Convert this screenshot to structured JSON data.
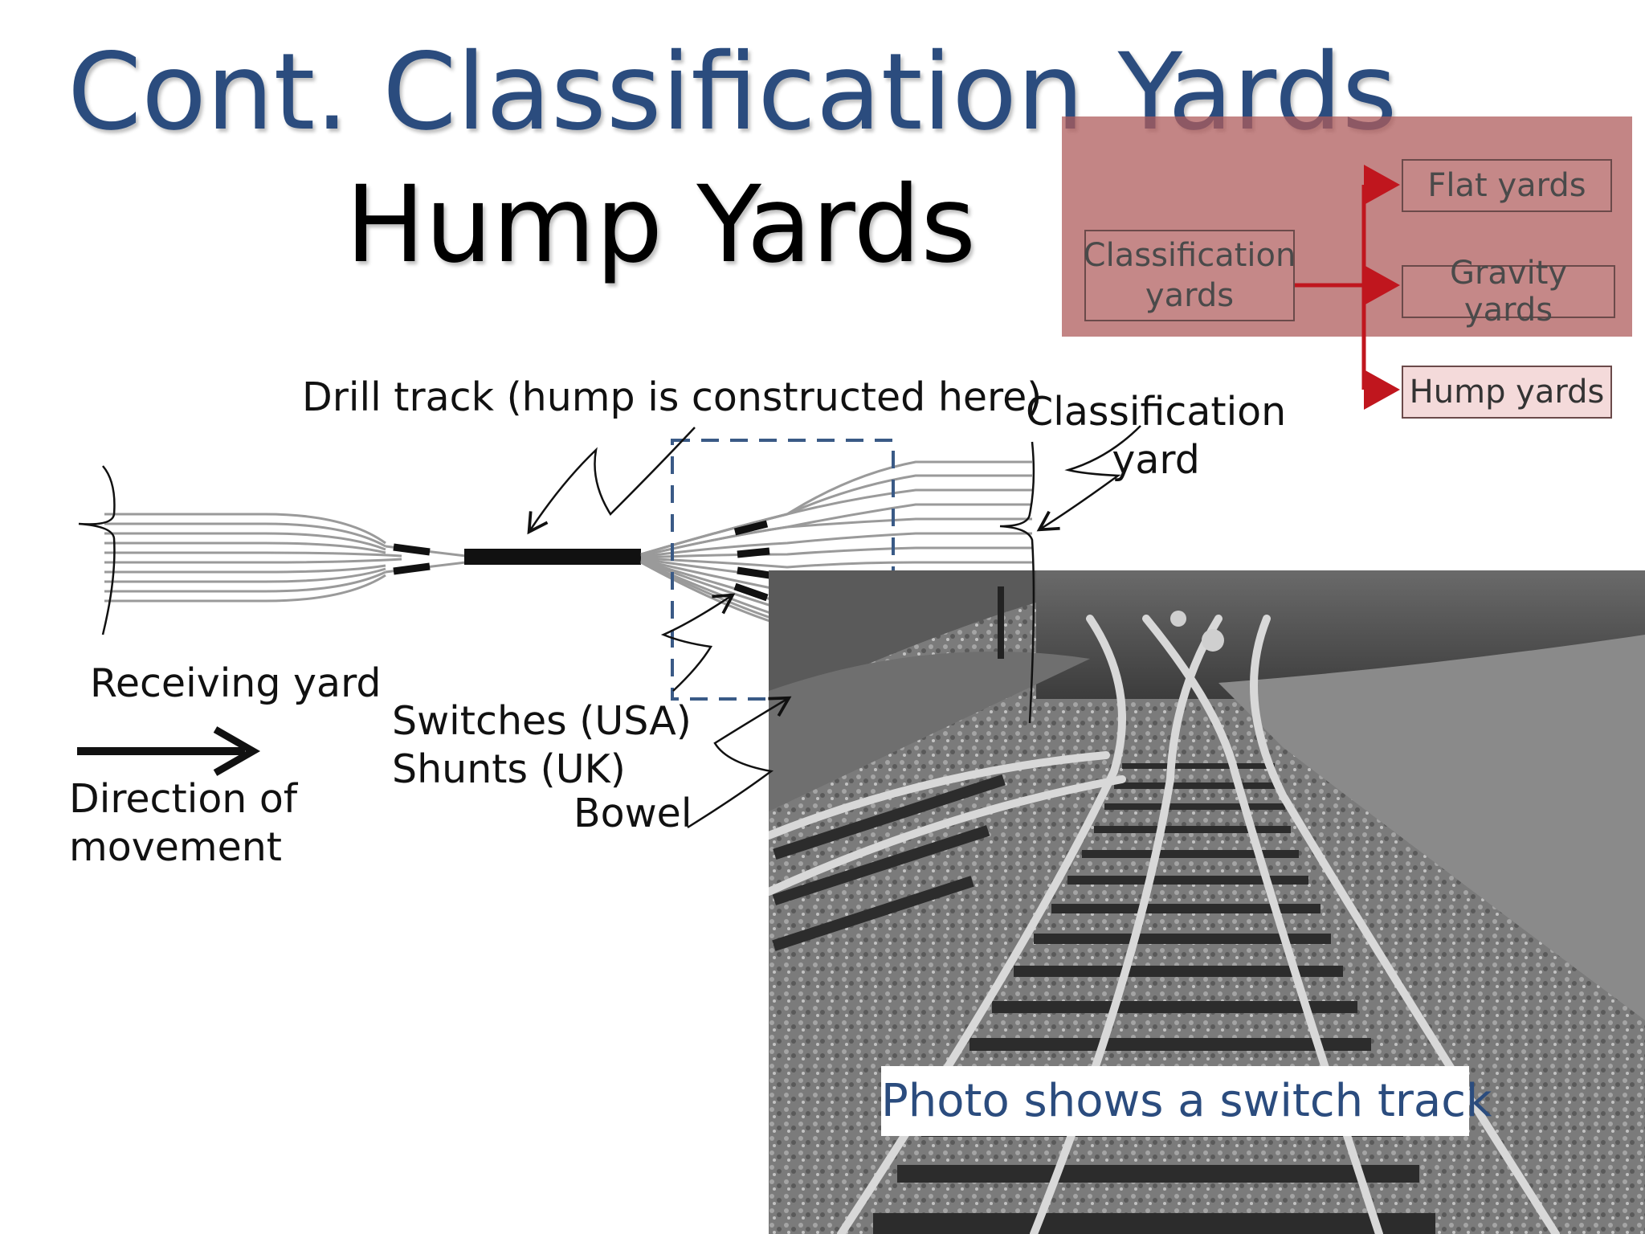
{
  "slide": {
    "title": "Cont. Classification Yards",
    "subtitle": "Hump Yards"
  },
  "hierarchy": {
    "root": "Classification\nyards",
    "children": [
      "Flat yards",
      "Gravity yards",
      "Hump yards"
    ],
    "selected_child": "Hump yards",
    "panel_color": "#af5c5c",
    "arrow_color": "#c0161e"
  },
  "labels": {
    "drill_track": "Drill track (hump is constructed here)",
    "classification_yard": "Classification\nyard",
    "receiving_yard": "Receiving yard",
    "direction": "Direction of\nmovement",
    "switches": "Switches (USA)\nShunts (UK)",
    "bowel": "Bowel"
  },
  "photo": {
    "caption": "Photo shows a switch track"
  },
  "colors": {
    "title": "#2b4c7e",
    "dashed_box": "#3a5a86"
  }
}
